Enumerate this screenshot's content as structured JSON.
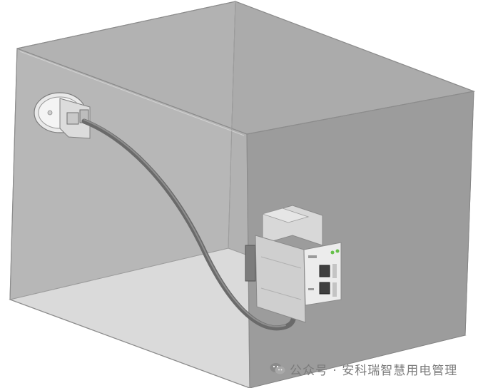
{
  "scene": {
    "description_icons": [
      "enclosure-box",
      "rj45-panel-socket",
      "network-cable",
      "din-rail-module"
    ],
    "colors": {
      "box_back_wall": "#a9a9a9",
      "box_left_wall": "#b3b3b3",
      "box_right_wall": "#9d9d9d",
      "box_floor": "#e6e6e6",
      "box_top": "#d2d2d2",
      "edge": "#8c8c8c",
      "cable": "#6b6b6b",
      "module_body": "#d4d4d4",
      "module_face": "#ececec"
    }
  },
  "watermark": {
    "icon": "wechat-icon",
    "text": "公众号 · 安科瑞智慧用电管理"
  }
}
